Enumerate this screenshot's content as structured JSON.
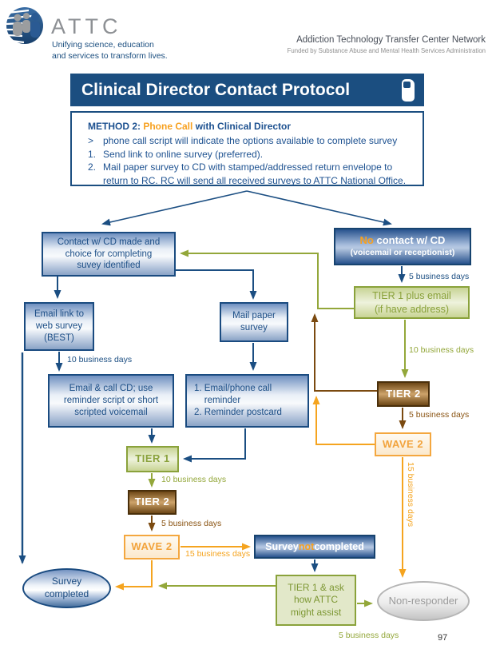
{
  "header": {
    "logo_icon": "attc-globe-logo",
    "wordmark": "ATTC",
    "tagline": "Unifying science, education\nand services to transform lives.",
    "org_name": "Addiction Technology Transfer Center Network",
    "funded_by": "Funded by Substance Abuse and Mental Health Services Administration"
  },
  "banner": {
    "title": "Clinical Director Contact Protocol",
    "icon": "phone-icon"
  },
  "method": {
    "heading_prefix": "METHOD 2: ",
    "heading_highlight": "Phone Call",
    "heading_suffix": " with Clinical Director",
    "items": [
      {
        "marker": ">",
        "text": "phone call script will indicate the options available to complete survey"
      },
      {
        "marker": "1.",
        "text": "Send link to online survey (preferred)."
      },
      {
        "marker": "2.",
        "text": "Mail paper survey to CD with stamped/addressed return envelope to return to RC. RC will send all received surveys to ATTC National Office."
      }
    ]
  },
  "nodes": {
    "contact_made": "Contact w/ CD made and\nchoice for completing\nsuvey identified",
    "no_contact_prefix": "No",
    "no_contact_rest": " contact w/ CD",
    "no_contact_sub": "(voicemail or receptionist)",
    "email_link": "Email link to\nweb survey\n(BEST)",
    "mail_paper": "Mail paper\nsurvey",
    "email_call": "Email & call CD; use\nreminder script or short\nscripted voicemail",
    "reminder_list": "1. Email/phone call\n    reminder\n2. Reminder postcard",
    "tier1_left": "TIER 1",
    "tier2_left": "TIER 2",
    "wave2_left": "WAVE 2",
    "tier1_plus": "TIER 1 plus email\n(if have address)",
    "tier2_right": "TIER 2",
    "wave2_right": "WAVE 2",
    "survey_not_a": "Survey ",
    "survey_not_b": "not",
    "survey_not_c": " completed",
    "tier1_ask": "TIER 1 & ask\nhow ATTC\nmight assist",
    "survey_completed": "Survey\ncompleted",
    "non_responder": "Non-responder"
  },
  "edge_labels": {
    "no_contact_to_tier1plus": "5 business days",
    "tier1plus_to_tier2r": "10 business days",
    "tier2r_to_wave2r": "5 business days",
    "wave2r_to_nonresponder": "15 business days",
    "emaillink_to_emailcall": "10 business days",
    "tier1l_to_tier2l": "10 business days",
    "tier2l_to_wave2l": "5 business days",
    "wave2l_to_surveynot": "15 business days",
    "tier1ask_to_nonresponder": "5 business days"
  },
  "page_number": "97",
  "colors": {
    "navy": "#1b4e80",
    "orange": "#f5a41f",
    "olive": "#93a73a",
    "brown": "#7b4a10",
    "gray": "#9a9a9a"
  }
}
